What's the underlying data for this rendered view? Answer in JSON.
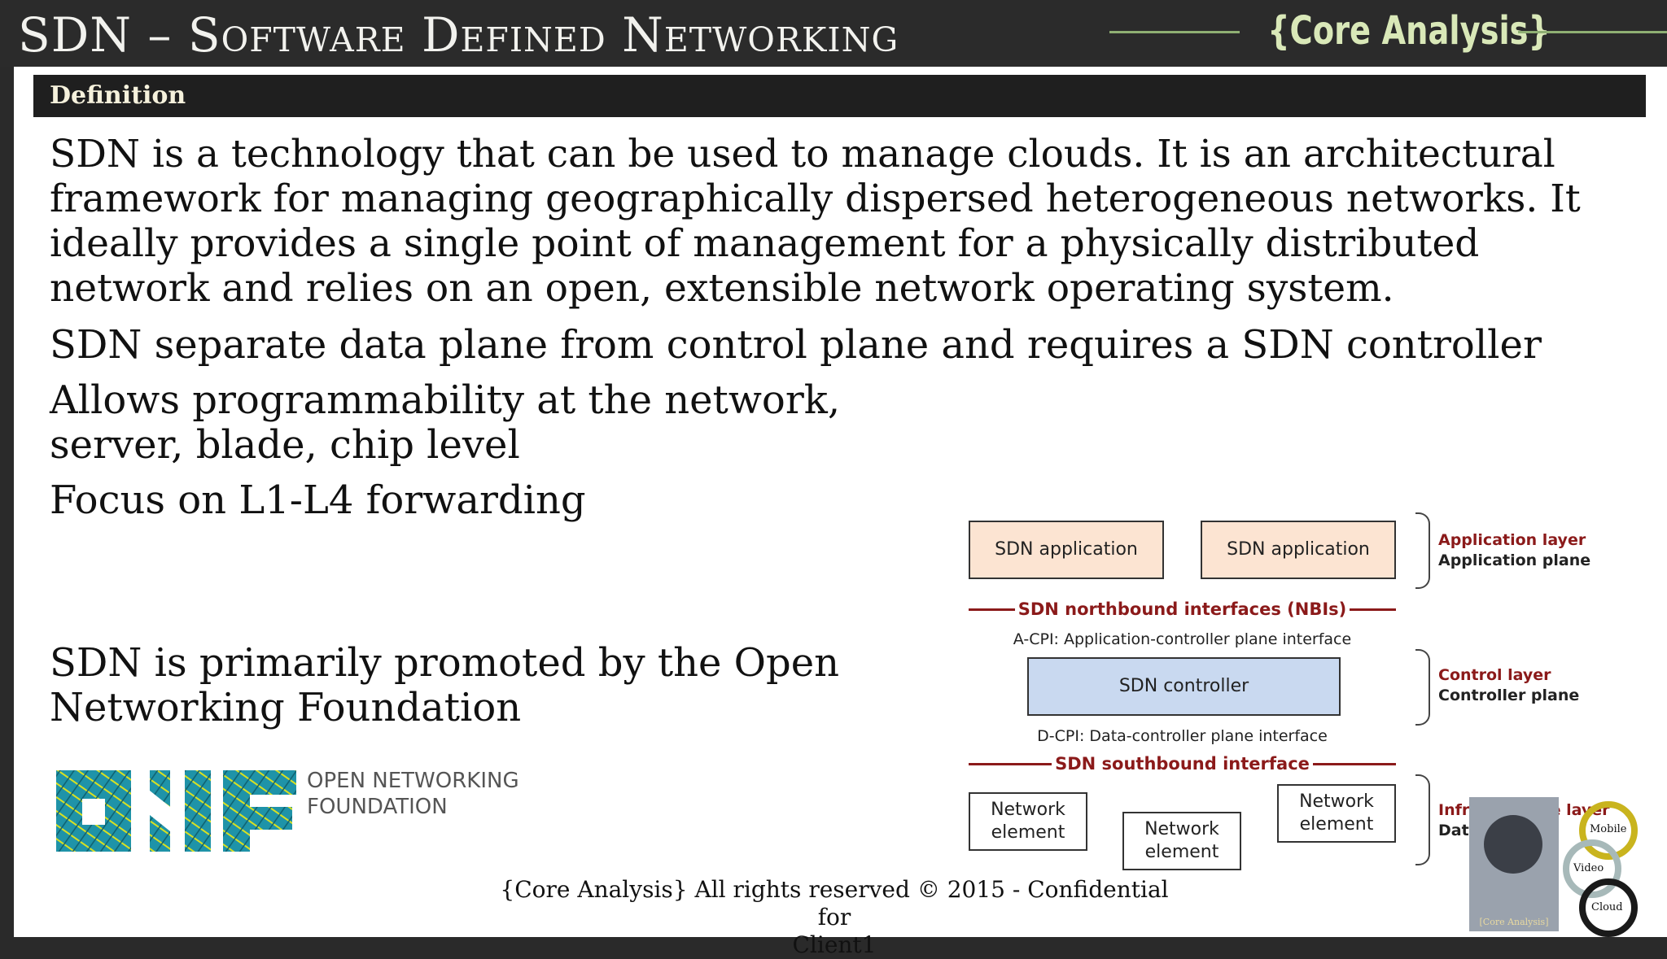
{
  "header": {
    "title": "SDN – Software Defined Networking",
    "brand": "{Core Analysis}"
  },
  "section": {
    "title": "Definition"
  },
  "body": {
    "p1": "SDN is a technology that can be used to manage clouds. It is an architectural framework for managing geographically dispersed heterogeneous networks. It ideally provides a single point of management for a physically distributed network and relies on an open, extensible network operating system.",
    "p2": "SDN separate data plane from control plane and requires a SDN controller",
    "p3": "Allows programmability at the network, server, blade, chip level",
    "p4": "Focus on L1-L4 forwarding",
    "p5": "SDN is primarily promoted by the Open Networking Foundation"
  },
  "onf_logo": {
    "line1": "OPEN NETWORKING",
    "line2": "FOUNDATION",
    "colors": {
      "teal": "#1f93a8",
      "yellow": "#d9e021"
    }
  },
  "diagram": {
    "app1": "SDN application",
    "app2": "SDN application",
    "nbi": "SDN northbound interfaces (NBIs)",
    "acpi": "A-CPI: Application-controller plane interface",
    "controller": "SDN controller",
    "dcpi": "D-CPI: Data-controller plane interface",
    "sbi": "SDN southbound interface",
    "ne1": "Network element",
    "ne2": "Network element",
    "ne3": "Network element",
    "layers": [
      {
        "layer": "Application layer",
        "plane": "Application plane"
      },
      {
        "layer": "Control layer",
        "plane": "Controller plane"
      },
      {
        "layer": "Infrastructure layer",
        "plane": "Data plane"
      }
    ],
    "colors": {
      "app": "#fce4d2",
      "controller": "#c9d9f0",
      "interface": "#8b1a1a"
    }
  },
  "footer": {
    "line1": "{Core Analysis} All rights reserved © 2015 - Confidential for",
    "line2": "Client1"
  },
  "emblem": {
    "label": "[Core Analysis]",
    "mobile": "Mobile",
    "video": "Video",
    "cloud": "Cloud"
  }
}
